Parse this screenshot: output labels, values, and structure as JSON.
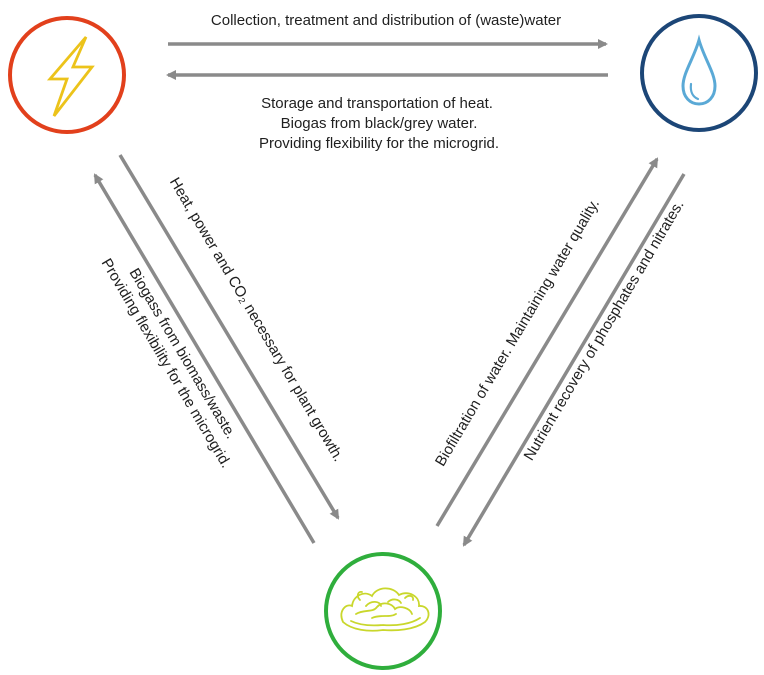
{
  "nodes": {
    "energy": {
      "icon": "lightning-icon",
      "color": "#e2401c",
      "icon_color": "#ecc31a"
    },
    "water": {
      "icon": "water-drop-icon",
      "color": "#1c4677",
      "icon_color": "#5aa9d6"
    },
    "food": {
      "icon": "lettuce-icon",
      "color": "#2fae3c",
      "icon_color": "#c9d72c"
    }
  },
  "arrow_color": "#8a8a8a",
  "flows": {
    "energy_to_water": "Collection, treatment and distribution of (waste)water",
    "water_to_energy": [
      "Storage and transportation of heat.",
      "Biogas from black/grey water.",
      "Providing flexibility for the microgrid."
    ],
    "energy_to_food": [
      "Heat, power and CO",
      "₂",
      " necessary for plant growth."
    ],
    "food_to_energy": [
      "Biogass from biomass/waste.",
      "Providing flexibility for the microgrid."
    ],
    "food_to_water": "Biofiltration of water. Maintaining water quality.",
    "water_to_food": "Nutrient recovery of phosphates and nitrates."
  }
}
